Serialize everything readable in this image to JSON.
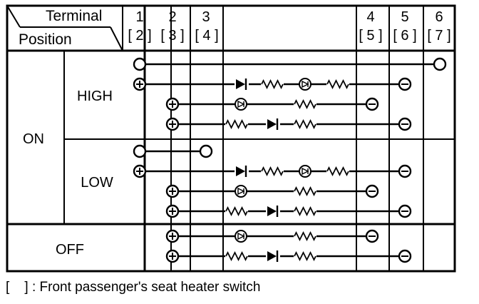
{
  "header": {
    "terminal_label": "Terminal",
    "position_label": "Position"
  },
  "terminals": [
    {
      "num": "1",
      "alt": "[ 2 ]"
    },
    {
      "num": "2",
      "alt": "[ 3 ]"
    },
    {
      "num": "3",
      "alt": "[ 4 ]"
    },
    {
      "num": "4",
      "alt": "[ 5 ]"
    },
    {
      "num": "5",
      "alt": "[ 6 ]"
    },
    {
      "num": "6",
      "alt": "[ 7 ]"
    }
  ],
  "positions": {
    "on": "ON",
    "high": "HIGH",
    "low": "LOW",
    "off": "OFF"
  },
  "rows": [
    {
      "group": "HIGH",
      "line": 1,
      "elements": [
        {
          "type": "terminal-open",
          "col": "1"
        },
        {
          "type": "wire"
        },
        {
          "type": "terminal-open",
          "col": "6"
        }
      ]
    },
    {
      "group": "HIGH",
      "line": 2,
      "elements": [
        {
          "type": "terminal-plus",
          "col": "1"
        },
        {
          "type": "diode"
        },
        {
          "type": "resistor"
        },
        {
          "type": "lamp"
        },
        {
          "type": "resistor"
        },
        {
          "type": "terminal-minus",
          "col": "5"
        }
      ]
    },
    {
      "group": "HIGH",
      "line": 3,
      "elements": [
        {
          "type": "terminal-plus",
          "col": "2"
        },
        {
          "type": "lamp"
        },
        {
          "type": "resistor"
        },
        {
          "type": "terminal-minus",
          "col": "4"
        }
      ]
    },
    {
      "group": "HIGH",
      "line": 4,
      "elements": [
        {
          "type": "terminal-plus",
          "col": "2"
        },
        {
          "type": "resistor"
        },
        {
          "type": "diode"
        },
        {
          "type": "resistor"
        },
        {
          "type": "terminal-minus",
          "col": "5"
        }
      ]
    },
    {
      "group": "LOW",
      "line": 1,
      "elements": [
        {
          "type": "terminal-open",
          "col": "1"
        },
        {
          "type": "wire"
        },
        {
          "type": "terminal-open",
          "col": "3"
        }
      ]
    },
    {
      "group": "LOW",
      "line": 2,
      "elements": [
        {
          "type": "terminal-plus",
          "col": "1"
        },
        {
          "type": "diode"
        },
        {
          "type": "resistor"
        },
        {
          "type": "lamp"
        },
        {
          "type": "resistor"
        },
        {
          "type": "terminal-minus",
          "col": "5"
        }
      ]
    },
    {
      "group": "LOW",
      "line": 3,
      "elements": [
        {
          "type": "terminal-plus",
          "col": "2"
        },
        {
          "type": "lamp"
        },
        {
          "type": "resistor"
        },
        {
          "type": "terminal-minus",
          "col": "4"
        }
      ]
    },
    {
      "group": "LOW",
      "line": 4,
      "elements": [
        {
          "type": "terminal-plus",
          "col": "2"
        },
        {
          "type": "resistor"
        },
        {
          "type": "diode"
        },
        {
          "type": "resistor"
        },
        {
          "type": "terminal-minus",
          "col": "5"
        }
      ]
    },
    {
      "group": "OFF",
      "line": 1,
      "elements": [
        {
          "type": "terminal-plus",
          "col": "2"
        },
        {
          "type": "lamp"
        },
        {
          "type": "resistor"
        },
        {
          "type": "terminal-minus",
          "col": "4"
        }
      ]
    },
    {
      "group": "OFF",
      "line": 2,
      "elements": [
        {
          "type": "terminal-plus",
          "col": "2"
        },
        {
          "type": "resistor"
        },
        {
          "type": "diode"
        },
        {
          "type": "resistor"
        },
        {
          "type": "terminal-minus",
          "col": "5"
        }
      ]
    }
  ],
  "caption": "[    ] : Front passenger's seat heater switch"
}
